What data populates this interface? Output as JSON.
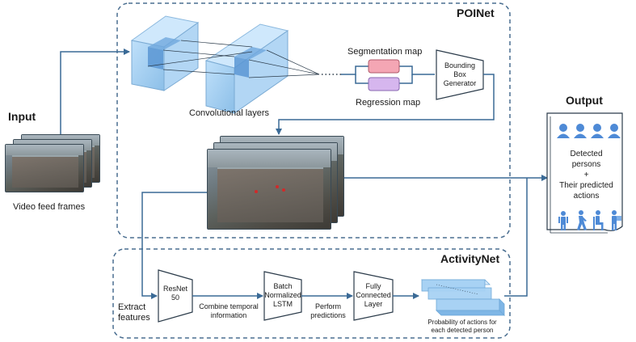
{
  "sections": {
    "poinet_title": "POINet",
    "activitynet_title": "ActivityNet",
    "input_title": "Input",
    "output_title": "Output"
  },
  "input": {
    "caption": "Video feed frames"
  },
  "poinet": {
    "conv_label": "Convolutional layers",
    "segmentation_label": "Segmentation map",
    "regression_label": "Regression map",
    "bbox_generator": [
      "Bounding",
      "Box",
      "Generator"
    ]
  },
  "activitynet": {
    "extract_label": [
      "Extract",
      "features"
    ],
    "resnet": [
      "ResNet",
      "50"
    ],
    "combine_label": [
      "Combine temporal",
      "information"
    ],
    "lstm": [
      "Batch",
      "Normalized",
      "LSTM"
    ],
    "perform_label": [
      "Perform",
      "predictions"
    ],
    "fc": [
      "Fully",
      "Connected",
      "Layer"
    ],
    "probability_label": [
      "Probability of actions for",
      "each detected person"
    ]
  },
  "output": {
    "lines": [
      "Detected",
      "persons",
      "+",
      "Their predicted",
      "actions"
    ]
  },
  "colors": {
    "arrow": "#3a6a96",
    "dashed_border": "#4a6e90",
    "conv_blue": "#9cc8ec",
    "segmentation_fill": "#f4a6b4",
    "regression_fill": "#d6b6ee",
    "person_icon": "#4e8ad6"
  },
  "icons": [
    "person-bust-icon",
    "standing-person-icon",
    "walking-person-icon",
    "sitting-person-icon",
    "carrying-person-icon"
  ]
}
